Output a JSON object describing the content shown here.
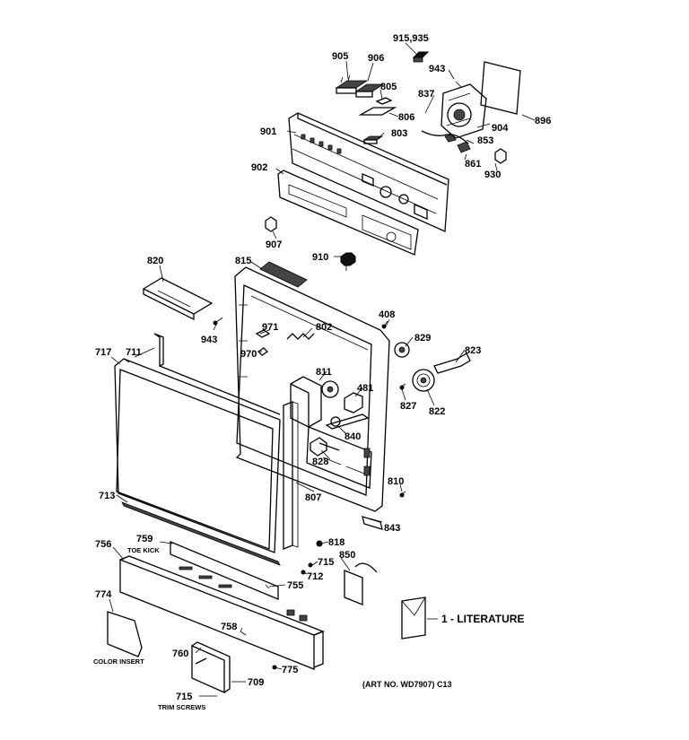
{
  "part_numbers": {
    "p915_935": "915,935",
    "p905": "905",
    "p906": "906",
    "p943a": "943",
    "p896": "896",
    "p805": "805",
    "p837": "837",
    "p806": "806",
    "p904": "904",
    "p901": "901",
    "p803": "803",
    "p853": "853",
    "p861": "861",
    "p930": "930",
    "p902": "902",
    "p907": "907",
    "p910": "910",
    "p820": "820",
    "p815": "815",
    "p408": "408",
    "p971": "971",
    "p802": "802",
    "p943b": "943",
    "p829": "829",
    "p823": "823",
    "p970": "970",
    "p717": "717",
    "p711": "711",
    "p811": "811",
    "p481": "481",
    "p827": "827",
    "p822": "822",
    "p840": "840",
    "p828": "828",
    "p810": "810",
    "p713": "713",
    "p807": "807",
    "p843": "843",
    "p756": "756",
    "p759": "759",
    "p818": "818",
    "p850": "850",
    "p715a": "715",
    "p712": "712",
    "p755": "755",
    "p774": "774",
    "p758": "758",
    "p760": "760",
    "p775": "775",
    "p709": "709",
    "p715b": "715"
  },
  "notes": {
    "toe_kick": "TOE KICK",
    "color_insert": "COLOR INSERT",
    "trim_screws": "TRIM SCREWS",
    "literature": "1 - LITERATURE",
    "art_no": "(ART NO. WD7907) C13"
  }
}
